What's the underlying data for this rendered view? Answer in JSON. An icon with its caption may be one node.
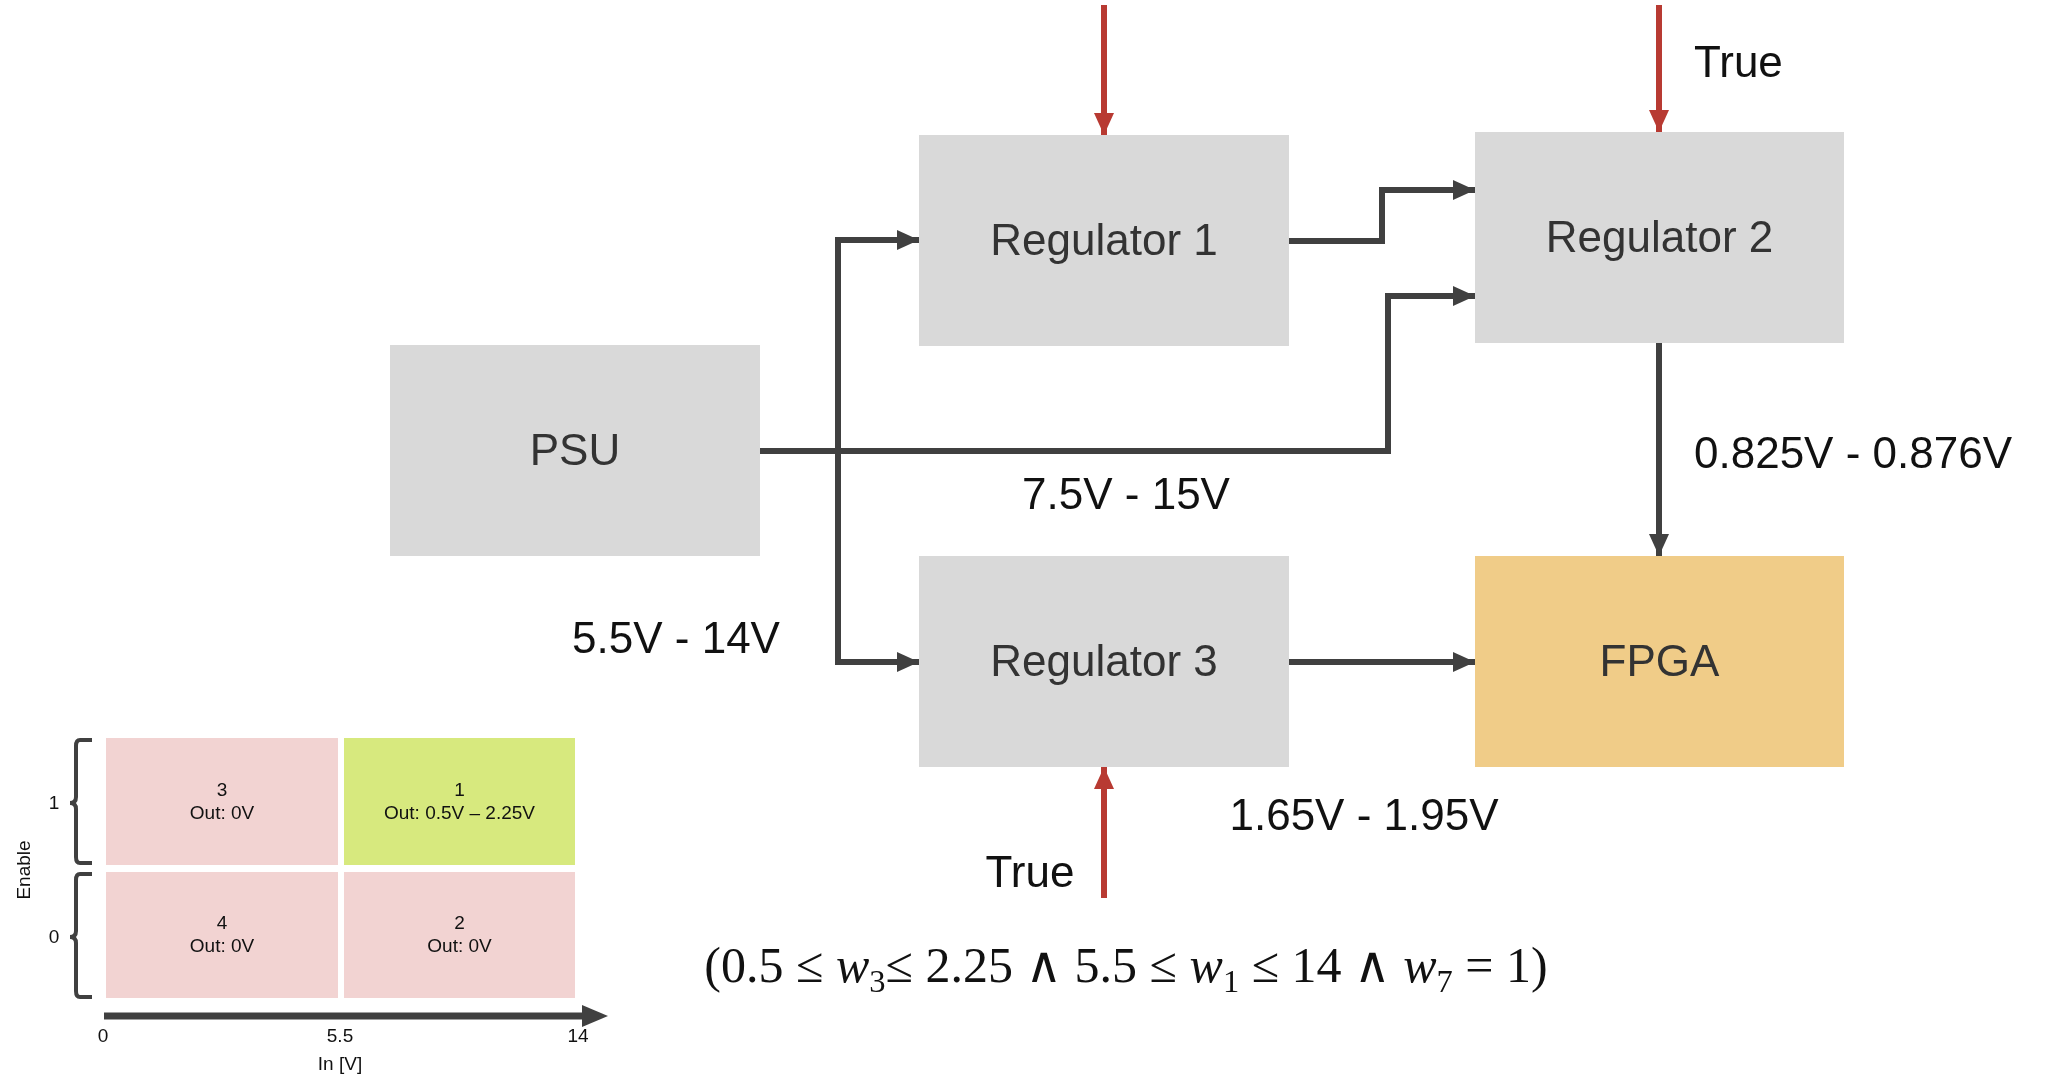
{
  "diagram": {
    "nodes": [
      {
        "text": [
          "Regulator 1"
        ]
      },
      {
        "text": [
          "Regulator 2"
        ]
      },
      {
        "text": [
          "PSU"
        ]
      },
      {
        "text": [
          "Regulator 3"
        ]
      },
      {
        "text": [
          "FPGA"
        ]
      },
      {
        "text": [
          "3",
          "Out: 0V"
        ]
      },
      {
        "text": [
          "1",
          "Out: 0.5V – 2.25V"
        ]
      },
      {
        "text": [
          "4",
          "Out: 0V"
        ]
      },
      {
        "text": [
          "2",
          "Out: 0V"
        ]
      }
    ],
    "edges": [
      {
        "from": null,
        "to": 0,
        "arrow": "to",
        "color": "#b83a32"
      },
      {
        "from": null,
        "to": 1,
        "arrow": "to",
        "color": "#b83a32",
        "label": "True"
      },
      {
        "from": 0,
        "to": 1,
        "arrow": "to"
      },
      {
        "from": 2,
        "to": 0,
        "arrow": "to"
      },
      {
        "from": 2,
        "to": 1,
        "arrow": "to",
        "label": "7.5V - 15V"
      },
      {
        "from": 1,
        "to": 4,
        "arrow": "to",
        "label": "0.825V - 0.876V"
      },
      {
        "from": 2,
        "to": 3,
        "arrow": "to",
        "label": "5.5V - 14V"
      },
      {
        "from": 3,
        "to": 4,
        "arrow": "to",
        "label": "1.65V - 1.95V"
      },
      {
        "from": null,
        "to": 3,
        "arrow": "to",
        "color": "#b83a32",
        "label": "True"
      }
    ],
    "labels": [
      "1",
      "Enable",
      "0",
      "(0.5 ≤ *w*$_{3}$≤ 2.25 ∧ 5.5 ≤ *w*$_{1}$ ≤ 14 ∧ *w*$_{7}$ = 1)",
      "0",
      "5.5",
      "14",
      "In [V]"
    ]
  }
}
